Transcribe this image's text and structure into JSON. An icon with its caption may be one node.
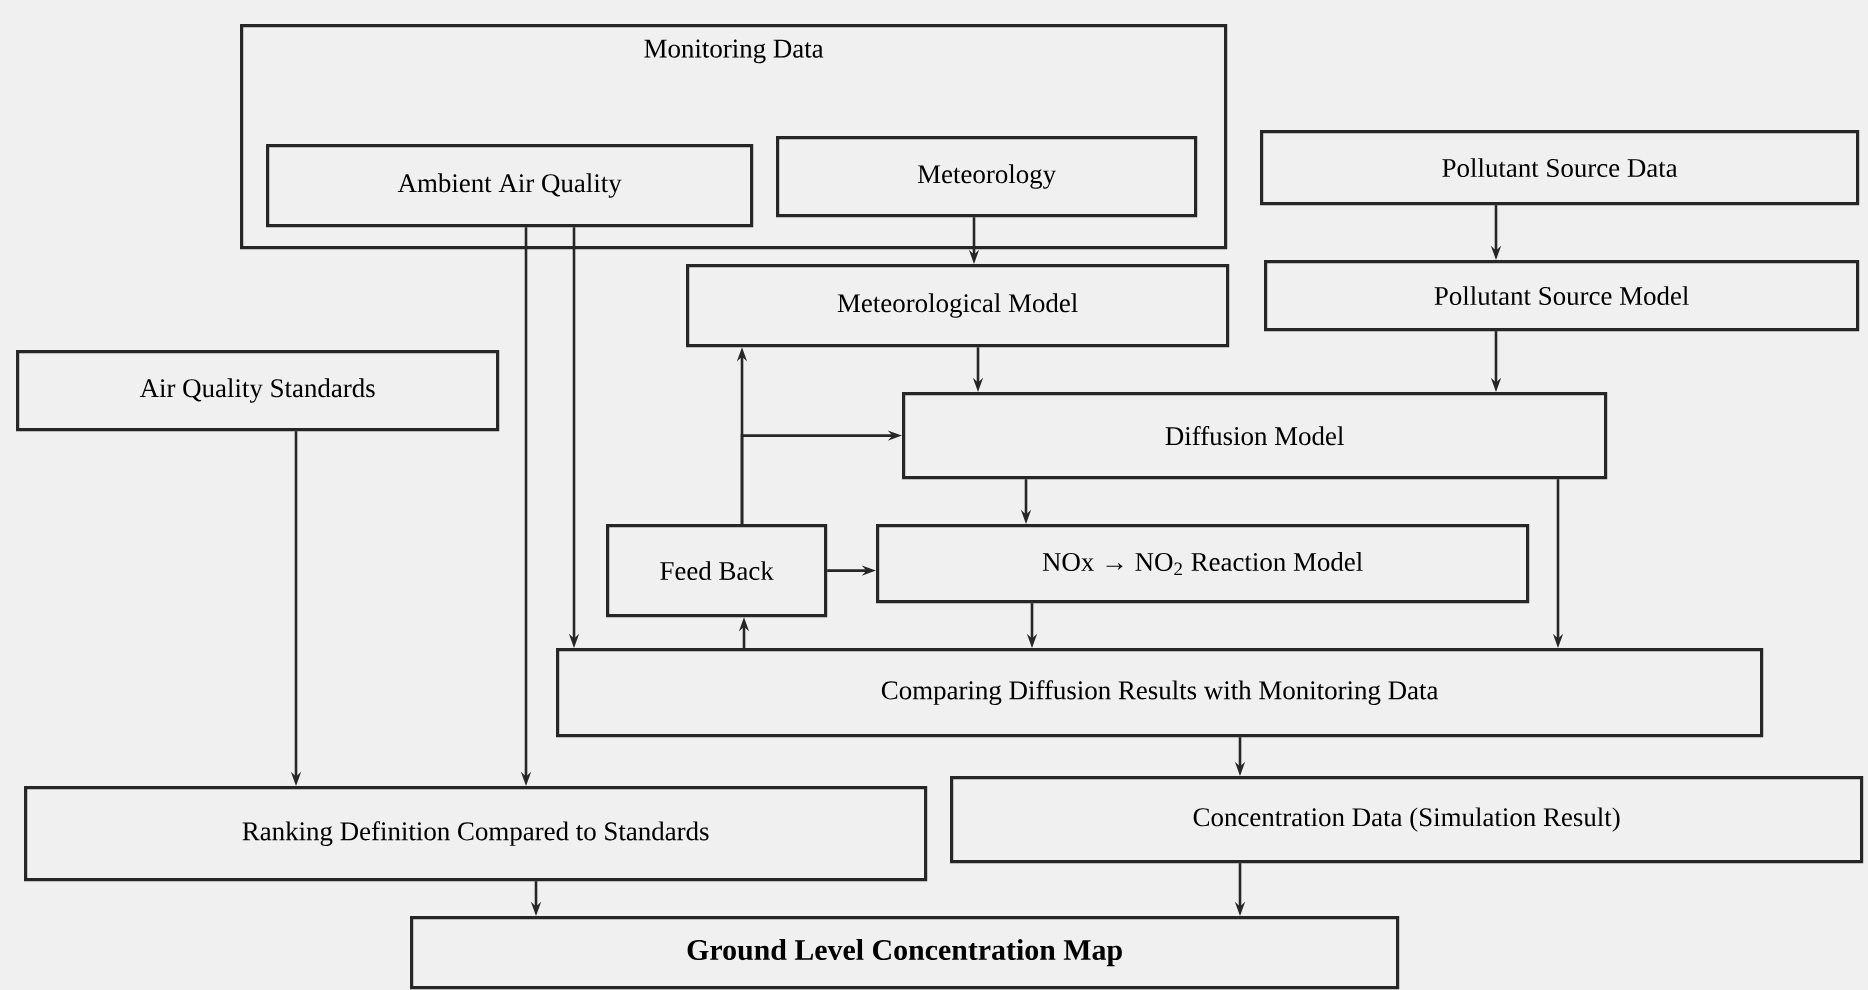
{
  "diagram": {
    "nodes": [
      {
        "text": [
          "Monitoring Data"
        ]
      },
      {
        "text": [
          "Ambient Air Quality"
        ],
        "in": 0
      },
      {
        "text": [
          "Meteorology"
        ],
        "in": 0
      },
      {
        "text": [
          "Pollutant Source Data"
        ]
      },
      {
        "text": [
          "Meteorological Model"
        ]
      },
      {
        "text": [
          "Pollutant Source Model"
        ]
      },
      {
        "text": [
          "Air Quality Standards"
        ]
      },
      {
        "text": [
          "Diffusion Model"
        ]
      },
      {
        "text": [
          "Feed Back"
        ]
      },
      {
        "text": [
          "NOx → NO$_{2}$ Reaction Model"
        ]
      },
      {
        "text": [
          "Comparing Diffusion Results with Monitoring Data"
        ]
      },
      {
        "text": [
          "Ranking Definition Compared to Standards"
        ]
      },
      {
        "text": [
          "Concentration Data (Simulation Result)"
        ]
      },
      {
        "text": [
          "Ground Level Concentration Map"
        ]
      }
    ],
    "edges": [
      {
        "from": 2,
        "to": 4,
        "arrow": "to"
      },
      {
        "from": 3,
        "to": 5,
        "arrow": "to"
      },
      {
        "from": 4,
        "to": 7,
        "arrow": "to"
      },
      {
        "from": 5,
        "to": 7,
        "arrow": "to"
      },
      {
        "from": 8,
        "to": 4,
        "arrow": "to"
      },
      {
        "from": 8,
        "to": 7,
        "arrow": "to"
      },
      {
        "from": 8,
        "to": 9,
        "arrow": "to"
      },
      {
        "from": 7,
        "to": 9,
        "arrow": "to"
      },
      {
        "from": 7,
        "to": 10,
        "arrow": "to"
      },
      {
        "from": 9,
        "to": 10,
        "arrow": "to"
      },
      {
        "from": 10,
        "to": 8,
        "arrow": "to"
      },
      {
        "from": 1,
        "to": 10,
        "arrow": "to"
      },
      {
        "from": 1,
        "to": 11,
        "arrow": "to"
      },
      {
        "from": 6,
        "to": 11,
        "arrow": "to"
      },
      {
        "from": 10,
        "to": 12,
        "arrow": "to"
      },
      {
        "from": 11,
        "to": 13,
        "arrow": "to"
      },
      {
        "from": 12,
        "to": 13,
        "arrow": "to"
      }
    ]
  }
}
